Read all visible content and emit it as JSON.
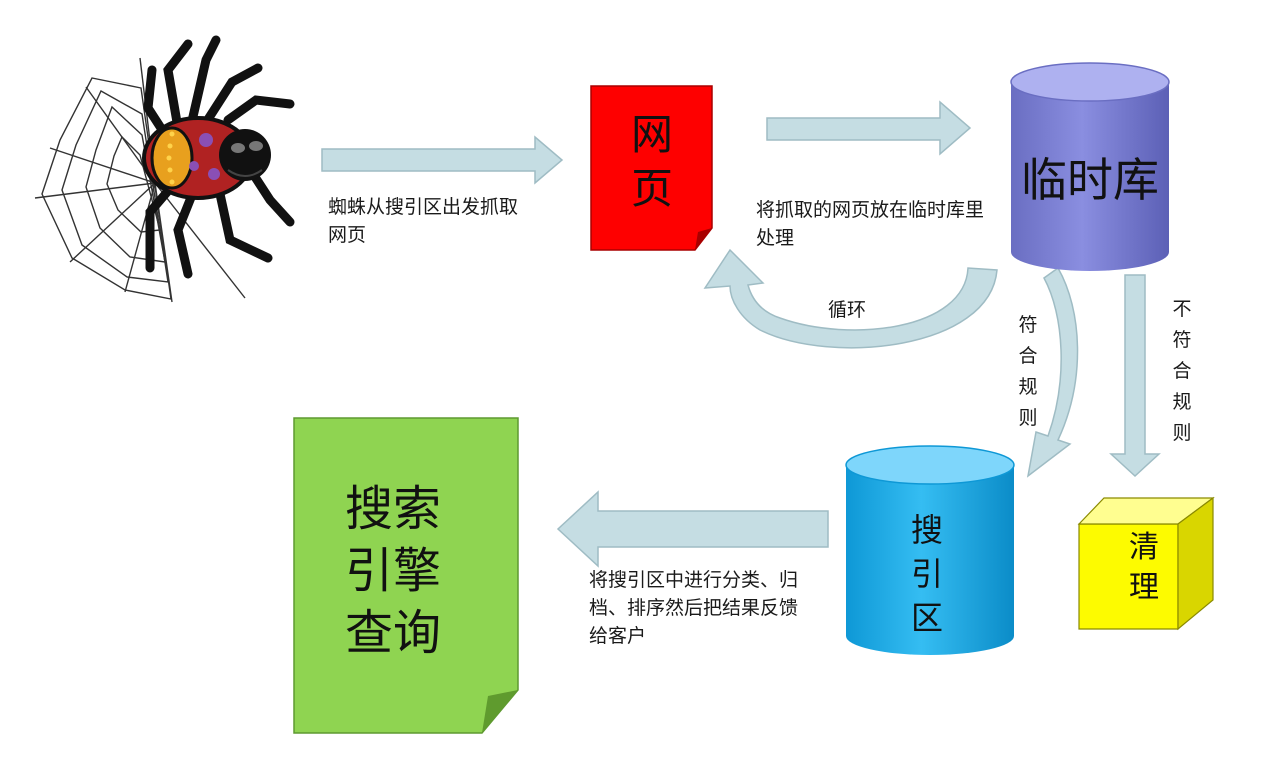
{
  "nodes": {
    "webpage": "网页",
    "temp_db": "临时库",
    "index_db": "搜引区",
    "clean": "清理",
    "search": "搜索引擎查询"
  },
  "labels": {
    "spider_crawl": "蜘蛛从搜引区出发抓取网页",
    "store_temp": "将抓取的网页放在临时库里处理",
    "loop": "循环",
    "match_rules": "符合规则",
    "not_match_rules": "不符合规则",
    "classify": "将搜引区中进行分类、归档、排序然后把结果反馈给客户"
  },
  "colors": {
    "arrow": "#c5dde3",
    "arrow_edge": "#9fbcc4",
    "webpage": "#fe0000",
    "temp_db": "#7478cb",
    "index_db": "#17a9e6",
    "clean": "#fdfb00",
    "search": "#8fd451"
  }
}
